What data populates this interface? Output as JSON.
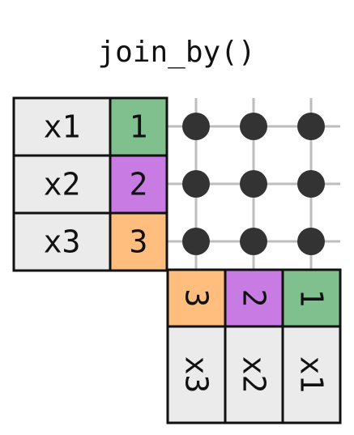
{
  "title": "join_by()",
  "left_table": {
    "rows": [
      {
        "label": "x1",
        "key": "1",
        "color": "#80c08e"
      },
      {
        "label": "x2",
        "key": "2",
        "color": "#c77be3"
      },
      {
        "label": "x3",
        "key": "3",
        "color": "#ffbe7d"
      }
    ],
    "label_fill": "#ebebeb"
  },
  "right_table": {
    "cols": [
      {
        "label": "x3",
        "key": "3",
        "color": "#ffbe7d"
      },
      {
        "label": "x2",
        "key": "2",
        "color": "#c77be3"
      },
      {
        "label": "x1",
        "key": "1",
        "color": "#80c08e"
      }
    ],
    "label_fill": "#ebebeb"
  },
  "match_dot_color": "#333333",
  "grid_line_color": "#bdbdbd",
  "matches": [
    [
      true,
      true,
      true
    ],
    [
      true,
      true,
      true
    ],
    [
      true,
      true,
      true
    ]
  ]
}
